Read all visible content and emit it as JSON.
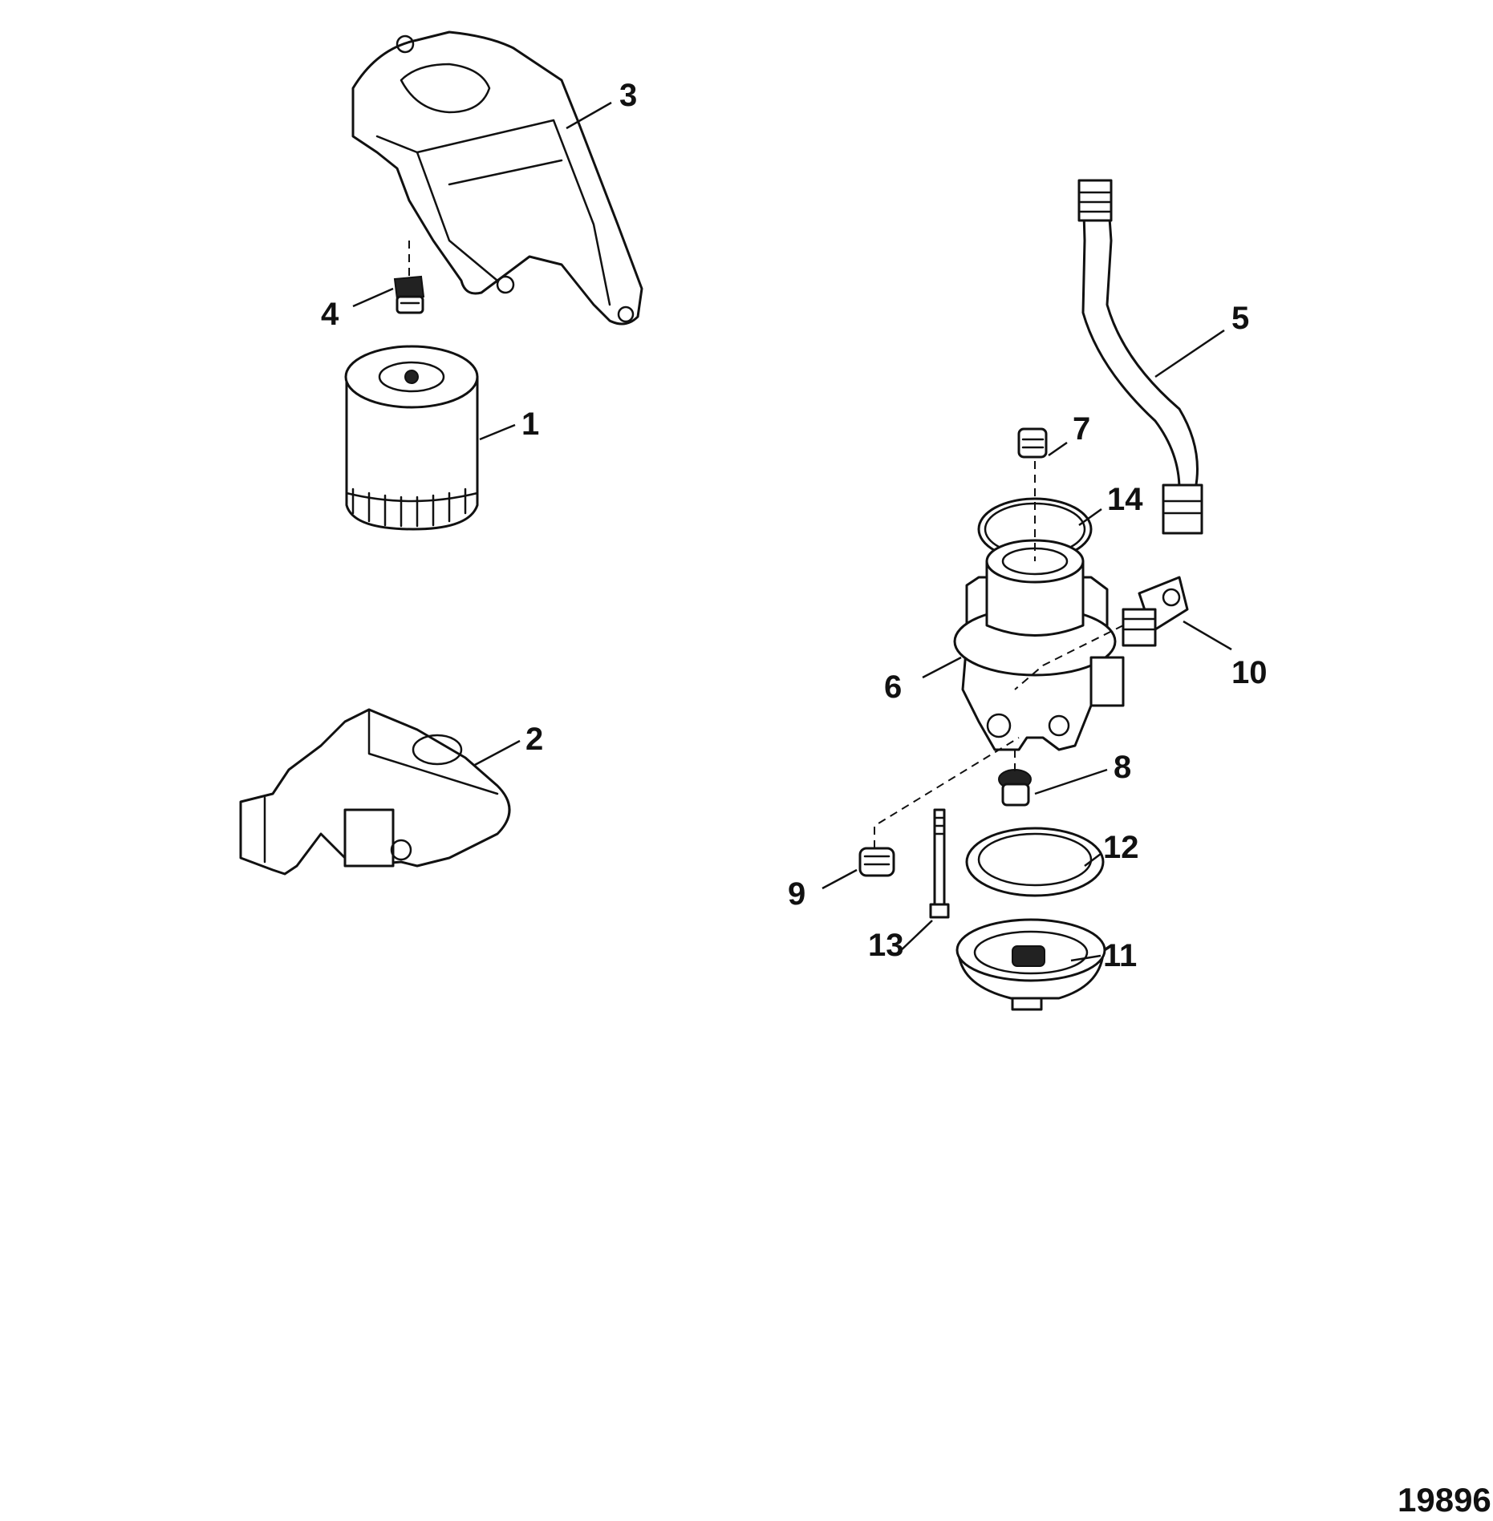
{
  "callouts": {
    "c1": "1",
    "c2": "2",
    "c3": "3",
    "c4": "4",
    "c5": "5",
    "c6": "6",
    "c7": "7",
    "c8": "8",
    "c9": "9",
    "c10": "10",
    "c11": "11",
    "c12": "12",
    "c13": "13",
    "c14": "14"
  },
  "figure_id": "19896"
}
